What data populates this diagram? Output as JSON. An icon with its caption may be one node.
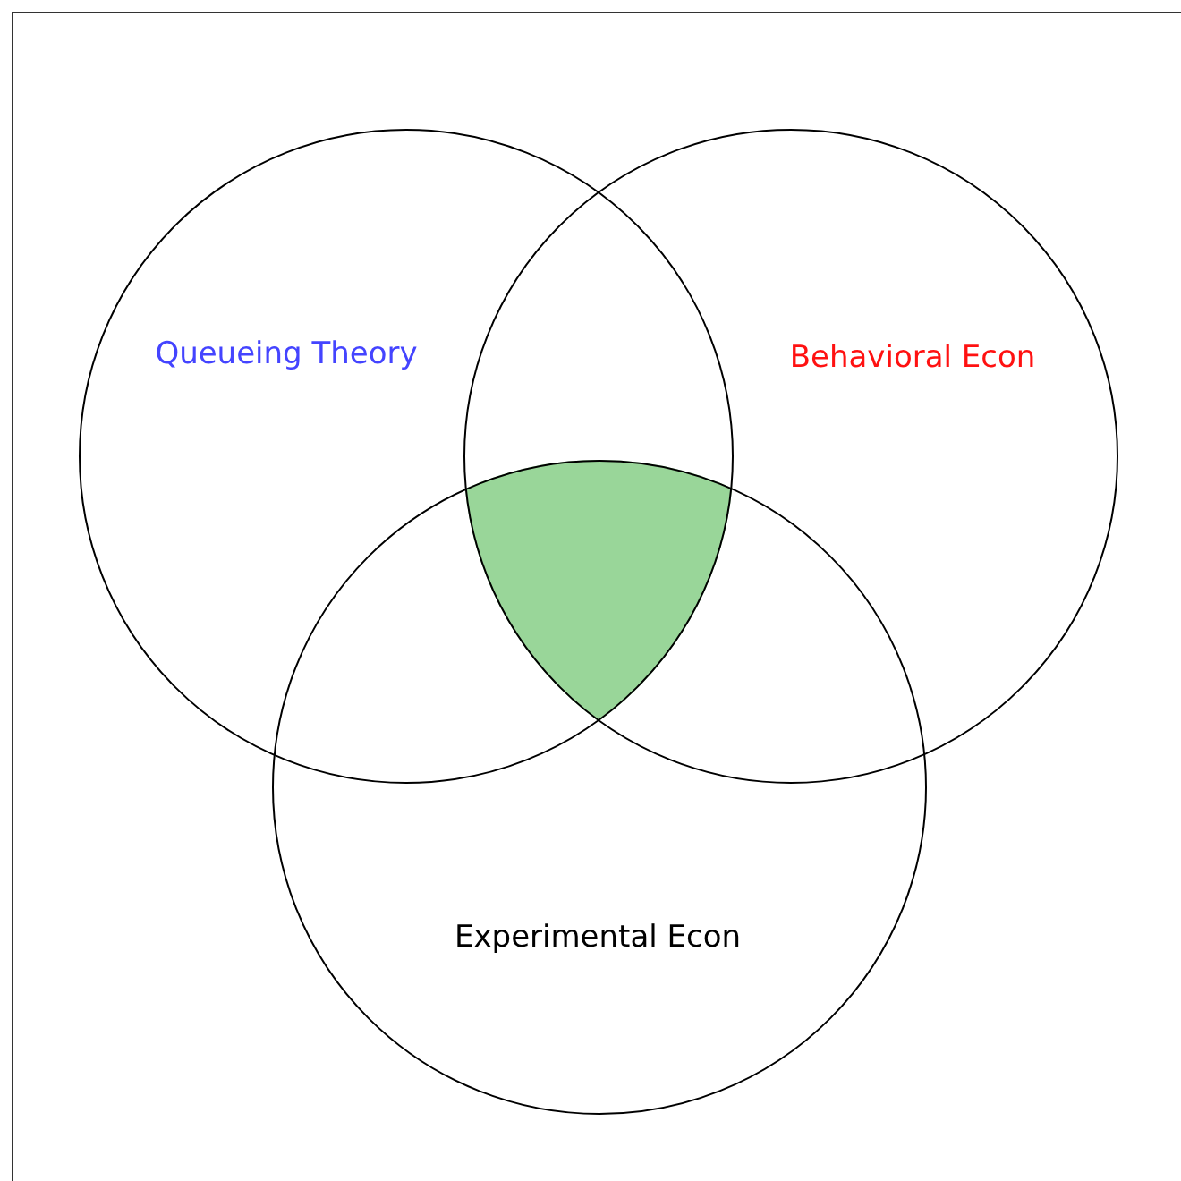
{
  "diagram": {
    "nodes": [
      {
        "text": [
          "Queueing Theory"
        ]
      },
      {
        "text": [
          "Behavioral Econ"
        ]
      },
      {
        "text": [
          "Experimental Econ"
        ]
      },
      {
        "text": [],
        "shape": "region"
      }
    ],
    "edges": []
  }
}
